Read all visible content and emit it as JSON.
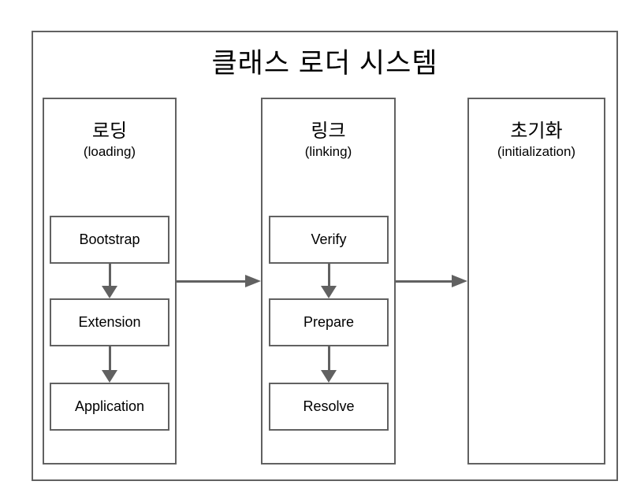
{
  "diagram": {
    "title": "클래스 로더 시스템",
    "columns": [
      {
        "id": "loading",
        "title_ko": "로딩",
        "title_en": "(loading)",
        "steps": [
          "Bootstrap",
          "Extension",
          "Application"
        ]
      },
      {
        "id": "linking",
        "title_ko": "링크",
        "title_en": "(linking)",
        "steps": [
          "Verify",
          "Prepare",
          "Resolve"
        ]
      },
      {
        "id": "initialization",
        "title_ko": "초기화",
        "title_en": "(initialization)",
        "steps": []
      }
    ],
    "flow": [
      "loading -> linking",
      "linking -> initialization"
    ],
    "colors": {
      "border": "#616161",
      "arrow": "#616161",
      "text": "#000000",
      "background": "#ffffff"
    }
  }
}
